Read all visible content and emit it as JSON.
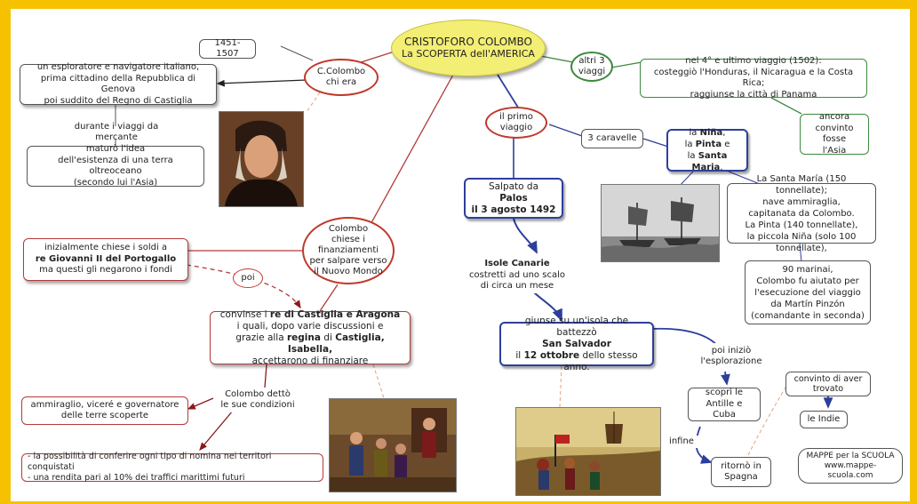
{
  "title": {
    "line1": "CRISTOFORO COLOMBO",
    "line2": "La SCOPERTA dell'AMERICA"
  },
  "nodes": {
    "years": "1451-1507",
    "chi_era_oval": "C.Colombo\nchi era",
    "explorer": "un esploratore e navigatore italiano,\nprima cittadino della Repubblica di Genova\npoi suddito del Regno di Castiglia",
    "durante": "durante i viaggi da mercante",
    "matur": "maturò l'idea\ndell'esistenza di una terra oltreoceano\n(secondo lui l'Asia)",
    "altri_oval": "altri 3\nviaggi",
    "quarto": "nel 4° e ultimo viaggio (1502):\ncosteggiò l'Honduras, il Nicaragua e la Costa Rica;\nraggiunse la città di Panama",
    "ancora": "ancora\nconvinto fosse\nl'Asia",
    "primo_oval": "il primo\nviaggio",
    "caravelle": "3 caravelle",
    "ships": [
      {
        "pre": "la ",
        "bold": "Niña",
        "post": ","
      },
      {
        "pre": "la ",
        "bold": "Pinta",
        "post": " e"
      },
      {
        "pre": "la ",
        "bold": "Santa Maria",
        "post": "."
      }
    ],
    "santa_detail": "La Santa María (150 tonnellate);\nnave ammiraglia,\ncapitanata da Colombo.\nLa Pinta (140 tonnellate),\nla piccola Niña (solo 100 tonnellate),",
    "marinai": "90 marinai,\nColombo fu aiutato per\nl'esecuzione del viaggio\nda Martín Pinzón\n(comandante in seconda)",
    "salpato_1": "Salpato da",
    "salpato_2": "Palos",
    "salpato_3": "il 3 agosto 1492",
    "canarie_1": "Isole Canarie",
    "canarie_2": "costretti ad uno scalo\ndi circa un mese",
    "giunse_1": "giunse su un'isola che battezzò",
    "giunse_2": "San Salvador",
    "giunse_3a": "il ",
    "giunse_3b": "12 ottobre",
    "giunse_3c": " dello stesso anno.",
    "poi_inizio": "poi iniziò\nl'esplorazione",
    "antille": "scoprì le\nAntille e Cuba",
    "infine": "infine",
    "ritorno": "ritornò in\nSpagna",
    "convinto": "convinto di aver\ntrovato",
    "indie": "le Indie",
    "finanz_oval": "Colombo\nchiese i\nfinanziamenti\nper salpare verso\nil Nuovo Mondo",
    "portogallo_1": "inizialmente chiese i soldi a",
    "portogallo_2": "re Giovanni II del Portogallo",
    "portogallo_3": "ma questi gli negarono i fondi",
    "poi": "poi",
    "convinse_1a": "convinse i ",
    "convinse_1b": "re di Castiglia e Aragona",
    "convinse_2": "i quali, dopo varie discussioni e",
    "convinse_3a": "grazie alla ",
    "convinse_3b": "regina",
    "convinse_3c": " di ",
    "convinse_3d": "Castiglia, Isabella,",
    "convinse_4": "accettarono di finanziare",
    "condizioni": "Colombo dettò\nle sue condizioni",
    "ammiraglio": "ammiraglio, viceré e governatore\ndelle terre scoperte",
    "rendita": "- la possibilità di conferire ogni tipo di nomina nei territori conquistati\n- una rendita pari al 10% dei traffici marittimi futuri",
    "credit": "MAPPE per la SCUOLA\nwww.mappe-scuola.com"
  },
  "colors": {
    "frame": "#f6c200",
    "title_fill": "#f3ee74",
    "red_link": "#b23a3a",
    "blue_link": "#2d3f9c",
    "green_link": "#3e8a3e"
  }
}
